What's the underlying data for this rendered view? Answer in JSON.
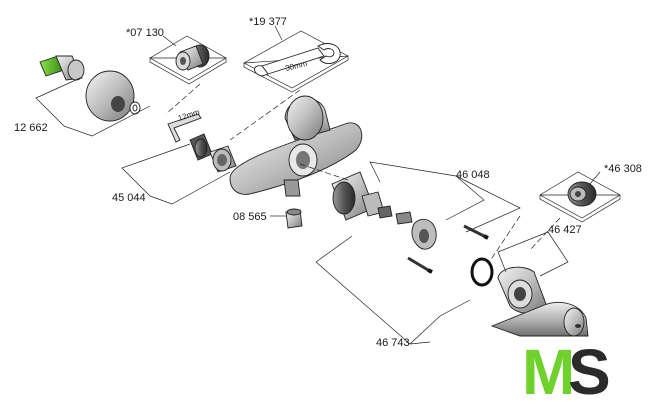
{
  "labels": {
    "p07130": "*07 130",
    "p19377": "*19 377",
    "p12662": "12 662",
    "p45044": "45 044",
    "p08565": "08 565",
    "p46048": "46 048",
    "p46308": "*46 308",
    "p46427": "46 427",
    "p46743": "46 743",
    "dim12": "12mm",
    "dim30": "30mm"
  },
  "logo": {
    "m": "M",
    "s": "S",
    "m_color": "#6fd12b",
    "s_color": "#2b2b2b"
  }
}
